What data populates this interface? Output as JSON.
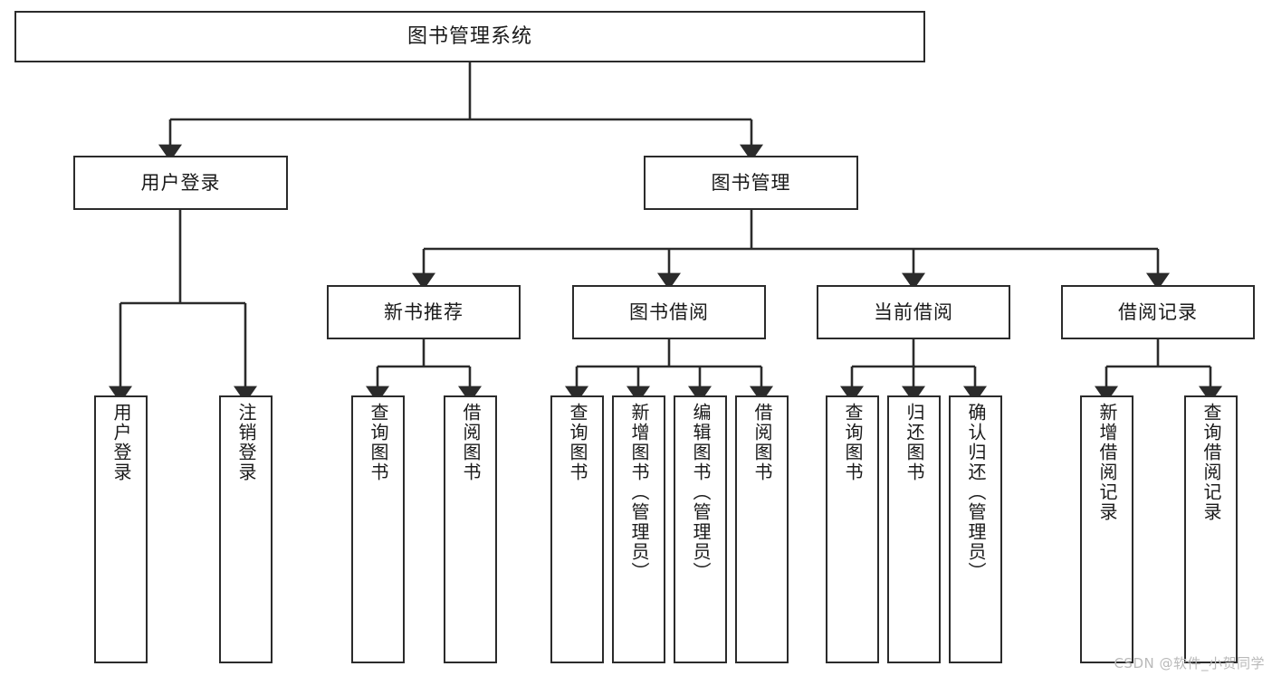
{
  "diagram": {
    "type": "tree",
    "title": "图书管理系统",
    "watermark": "CSDN @软件_小贺同学",
    "nodes": {
      "root": {
        "label": "图书管理系统"
      },
      "level2": [
        {
          "id": "user-login",
          "label": "用户登录"
        },
        {
          "id": "book-manage",
          "label": "图书管理"
        }
      ],
      "level3": [
        {
          "id": "new-book-recommend",
          "label": "新书推荐"
        },
        {
          "id": "book-borrow",
          "label": "图书借阅"
        },
        {
          "id": "current-borrow",
          "label": "当前借阅"
        },
        {
          "id": "borrow-record",
          "label": "借阅记录"
        }
      ],
      "leaves": [
        {
          "id": "leaf-user-login",
          "label": "用户登录",
          "parent": "user-login"
        },
        {
          "id": "leaf-user-logout",
          "label": "注销登录",
          "parent": "user-login"
        },
        {
          "id": "leaf-query-book-1",
          "label": "查询图书",
          "parent": "new-book-recommend"
        },
        {
          "id": "leaf-borrow-book-1",
          "label": "借阅图书",
          "parent": "new-book-recommend"
        },
        {
          "id": "leaf-query-book-2",
          "label": "查询图书",
          "parent": "book-borrow"
        },
        {
          "id": "leaf-add-book",
          "label": "新增图书（管理员）",
          "parent": "book-borrow"
        },
        {
          "id": "leaf-edit-book",
          "label": "编辑图书（管理员）",
          "parent": "book-borrow"
        },
        {
          "id": "leaf-borrow-book-2",
          "label": "借阅图书",
          "parent": "book-borrow"
        },
        {
          "id": "leaf-query-book-3",
          "label": "查询图书",
          "parent": "current-borrow"
        },
        {
          "id": "leaf-return-book",
          "label": "归还图书",
          "parent": "current-borrow"
        },
        {
          "id": "leaf-confirm-return",
          "label": "确认归还（管理员）",
          "parent": "current-borrow"
        },
        {
          "id": "leaf-add-record",
          "label": "新增借阅记录",
          "parent": "borrow-record"
        },
        {
          "id": "leaf-query-record",
          "label": "查询借阅记录",
          "parent": "borrow-record"
        }
      ]
    },
    "colors": {
      "border": "#2b2b2b",
      "background": "#ffffff",
      "text": "#1a1a1a",
      "connector": "#2b2b2b",
      "watermark": "#b9b9b9"
    }
  }
}
